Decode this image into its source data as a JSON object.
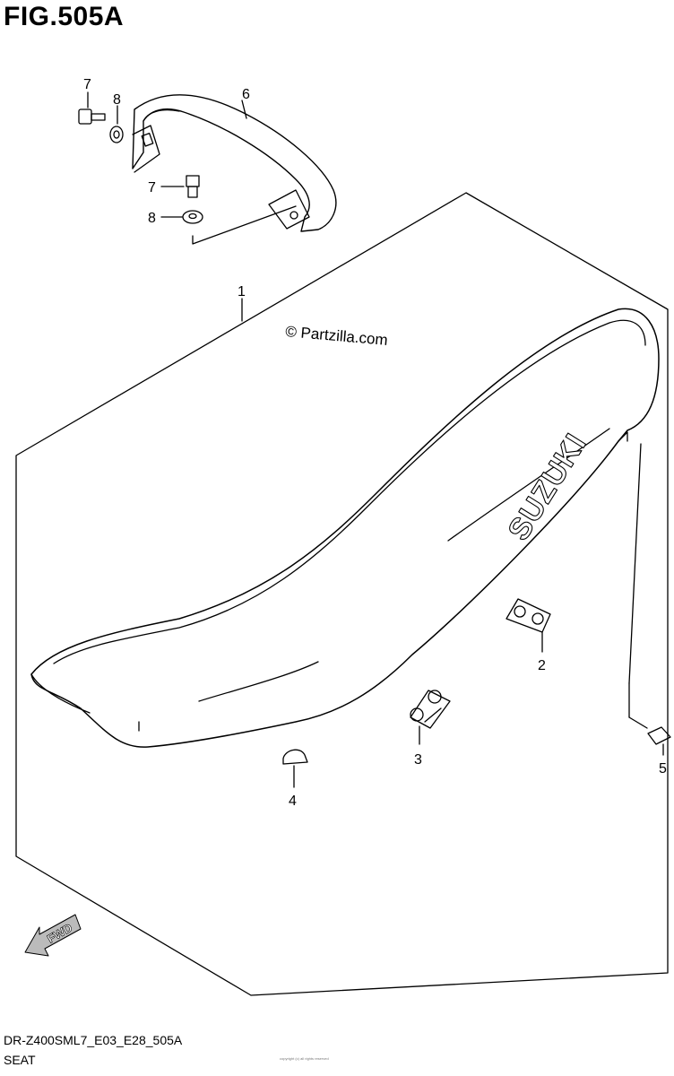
{
  "figure": {
    "title": "FIG.505A",
    "code": "DR-Z400SML7_E03_E28_505A",
    "name": "SEAT",
    "watermark": "© Partzilla.com",
    "brand_text": "SUZUKI",
    "fwd_label": "FWD",
    "fine_print": "copyright (c) all rights reserved"
  },
  "callouts": [
    {
      "id": "1",
      "part": "seat-assembly"
    },
    {
      "id": "2",
      "part": "seat-mount-bracket"
    },
    {
      "id": "3",
      "part": "seat-mount-bracket"
    },
    {
      "id": "4",
      "part": "seat-cushion"
    },
    {
      "id": "5",
      "part": "seat-bolt"
    },
    {
      "id": "6",
      "part": "seat-strap"
    },
    {
      "id": "7",
      "part": "strap-bolt-upper"
    },
    {
      "id": "7",
      "part": "strap-bolt-lower"
    },
    {
      "id": "8",
      "part": "strap-washer-upper"
    },
    {
      "id": "8",
      "part": "strap-washer-lower"
    }
  ]
}
